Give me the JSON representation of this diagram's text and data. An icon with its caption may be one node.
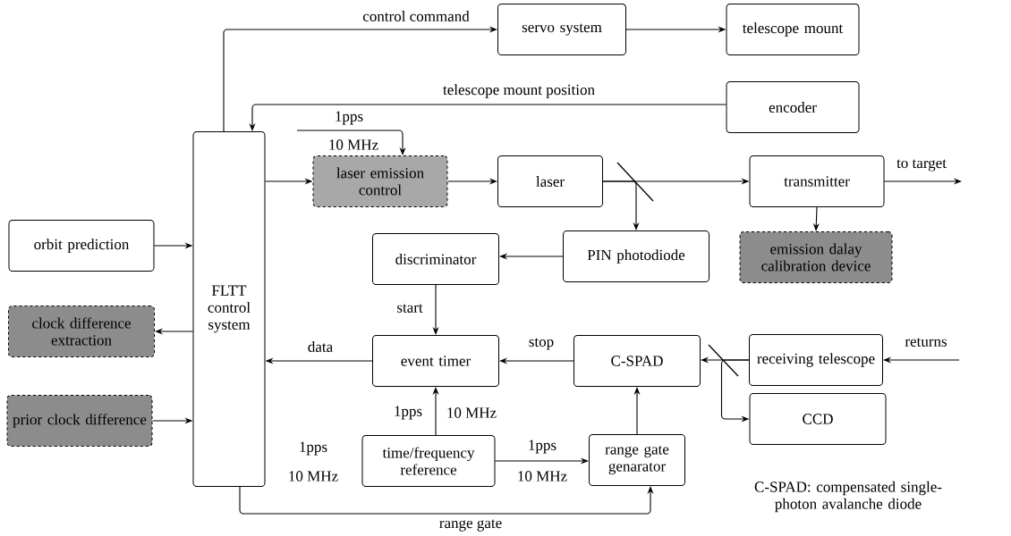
{
  "diagram": {
    "nodes": [
      {
        "text": [
          "servo system"
        ]
      },
      {
        "text": [
          "telescope mount"
        ]
      },
      {
        "text": [
          "encoder"
        ]
      },
      {
        "text": [
          "FLTT control system"
        ]
      },
      {
        "text": [
          "laser emission control"
        ]
      },
      {
        "text": [
          "laser"
        ]
      },
      {
        "text": [
          "transmitter"
        ]
      },
      {
        "text": [
          "emission dalay calibration device"
        ]
      },
      {
        "text": [
          "orbit prediction"
        ]
      },
      {
        "text": [
          "PIN photodiode"
        ]
      },
      {
        "text": [
          "discriminator"
        ]
      },
      {
        "text": [
          "clock difference extraction"
        ]
      },
      {
        "text": [
          "prior clock difference"
        ]
      },
      {
        "text": [
          "event timer"
        ]
      },
      {
        "text": [
          "C-SPAD"
        ]
      },
      {
        "text": [
          "receiving telescope"
        ]
      },
      {
        "text": [
          "CCD"
        ]
      },
      {
        "text": [
          "time/frequency reference"
        ]
      },
      {
        "text": [
          "range gate genarator"
        ]
      }
    ],
    "edges": [
      {
        "from": 3,
        "to": 0,
        "arrow": "to",
        "label": "control command"
      },
      {
        "from": 0,
        "to": 1,
        "arrow": "to"
      },
      {
        "from": 2,
        "to": 3,
        "arrow": "to",
        "label": "telescope mount position"
      },
      {
        "from": 3,
        "to": 4,
        "arrow": "to"
      },
      {
        "from": 4,
        "to": 5,
        "arrow": "to"
      },
      {
        "from": 5,
        "to": 6,
        "arrow": "to"
      },
      {
        "from": 5,
        "to": 9,
        "arrow": "to"
      },
      {
        "from": 6,
        "to": null,
        "arrow": "to",
        "label": "to target"
      },
      {
        "from": 6,
        "to": 7,
        "arrow": "to"
      },
      {
        "from": 8,
        "to": 3,
        "arrow": "to"
      },
      {
        "from": 9,
        "to": 10,
        "arrow": "to"
      },
      {
        "from": 3,
        "to": 11,
        "arrow": "to"
      },
      {
        "from": 10,
        "to": 13,
        "arrow": "to",
        "label": "start"
      },
      {
        "from": 12,
        "to": 3,
        "arrow": "to"
      },
      {
        "from": 13,
        "to": 3,
        "arrow": "to",
        "label": "data"
      },
      {
        "from": 14,
        "to": 13,
        "arrow": "to",
        "label": "stop"
      },
      {
        "from": 15,
        "to": 14,
        "arrow": "to"
      },
      {
        "from": 15,
        "to": 16,
        "arrow": "to"
      },
      {
        "from": null,
        "to": 15,
        "arrow": "to",
        "label": "returns"
      },
      {
        "from": 17,
        "to": 13,
        "arrow": "to",
        "label": "1pps"
      },
      {
        "from": 17,
        "to": 18,
        "arrow": "to",
        "label": "1pps"
      },
      {
        "from": 18,
        "to": 14,
        "arrow": "to"
      },
      {
        "from": 3,
        "to": 18,
        "arrow": "to",
        "label": "range gate"
      },
      {
        "from": null,
        "to": 4,
        "arrow": "to",
        "label": "1pps"
      }
    ],
    "labels": [
      "10 MHz",
      "10 MHz",
      "1pps",
      "10 MHz",
      "10 MHz",
      "C-SPAD: compensated single-photon avalanche diode"
    ]
  }
}
